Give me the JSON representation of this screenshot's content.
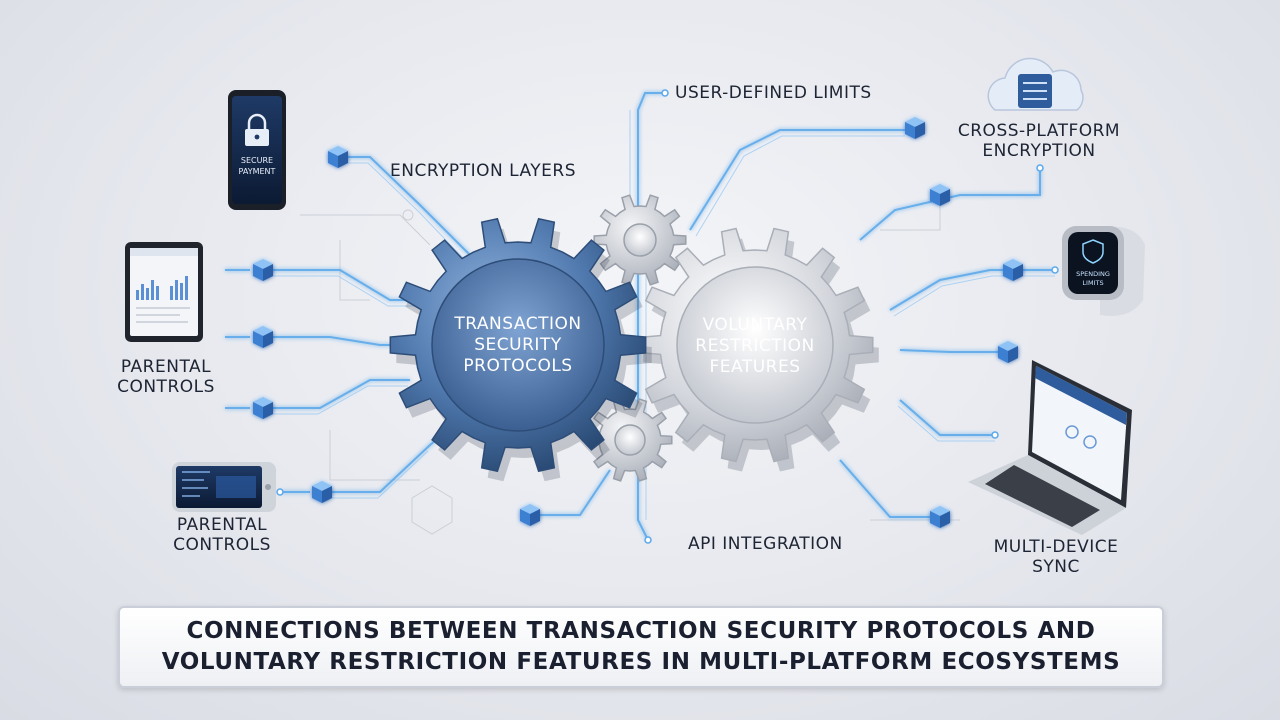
{
  "gears": {
    "left": [
      "TRANSACTION",
      "SECURITY",
      "PROTOCOLS"
    ],
    "right": [
      "VOLUNTARY",
      "RESTRICTION",
      "FEATURES"
    ]
  },
  "labels": {
    "user_limits": "USER-DEFINED LIMITS",
    "encryption_layers": "ENCRYPTION LAYERS",
    "cross_platform_1": "CROSS-PLATFORM",
    "cross_platform_2": "ENCRYPTION",
    "parental_1a": "PARENTAL",
    "parental_1b": "CONTROLS",
    "parental_2a": "PARENTAL",
    "parental_2b": "CONTROLS",
    "api": "API INTEGRATION",
    "multi_1": "MULTI-DEVICE",
    "multi_2": "SYNC"
  },
  "devices": {
    "phone_line1": "SECURE",
    "phone_line2": "PAYMENT",
    "watch_line1": "SPENDING",
    "watch_line2": "LIMITS"
  },
  "caption": "CONNECTIONS BETWEEN TRANSACTION SECURITY PROTOCOLS AND VOLUNTARY RESTRICTION FEATURES IN MULTI-PLATFORM ECOSYSTEMS",
  "colors": {
    "gear_left": "#4f78ad",
    "gear_right": "#d3d6dc",
    "connector": "#5aa8ea",
    "node": "#3d7fd0"
  }
}
